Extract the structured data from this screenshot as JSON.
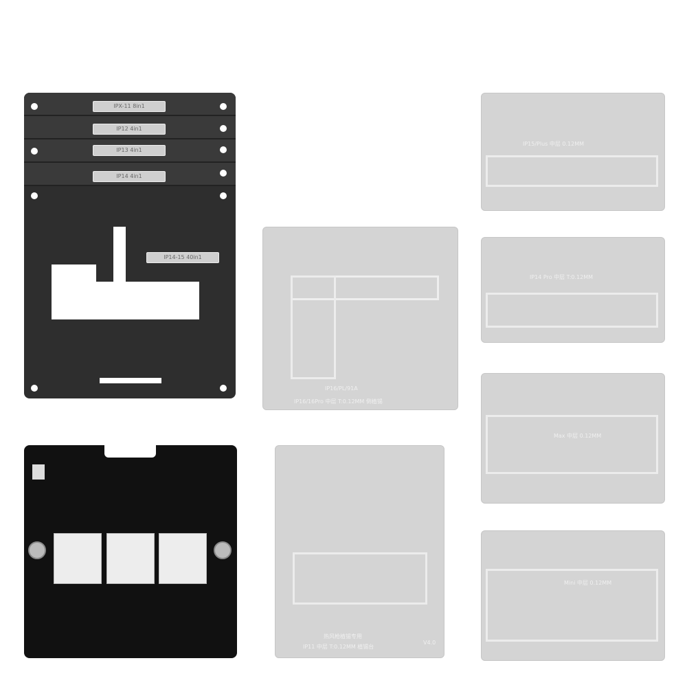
{
  "black_stencil_stack": {
    "tags": [
      "IPX-11 8in1",
      "IP12 4in1",
      "IP13 4in1",
      "IP14 4in1"
    ],
    "frame_tag": "IP14-15 40in1"
  },
  "center_stencil": {
    "model": "IP16/PL/91A",
    "caption": "IP16/16Pro 中层 T:0.12MM 倒植锡"
  },
  "bottom_center_stencil": {
    "caption1": "热风枪植锡专用",
    "caption2": "IP11 中层 T:0.12MM 植锡台",
    "version": "V4.0"
  },
  "right_stencils": [
    {
      "caption": "IP15/Plus 中层 0.12MM"
    },
    {
      "caption": "IP14 Pro 中层 T:0.12MM"
    },
    {
      "caption": "Max 中层 0.12MM"
    },
    {
      "caption": "Mini 中层 0.12MM"
    }
  ],
  "colors": {
    "dark": "#2e2e2e",
    "stencil": "#d4d4d4",
    "holder": "#111111"
  }
}
